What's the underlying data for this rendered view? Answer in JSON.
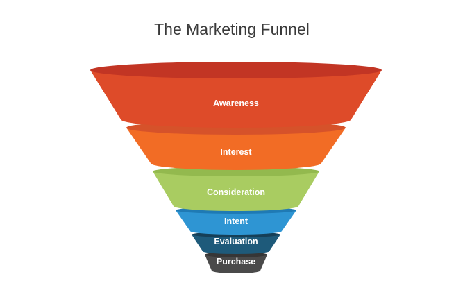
{
  "title": "The Marketing Funnel",
  "stages": [
    {
      "label": "Awareness",
      "body_color": "#de4b29",
      "rim_color": "#c23524",
      "icon": "funnel-awareness-segment"
    },
    {
      "label": "Interest",
      "body_color": "#f26c25",
      "rim_color": "#d6522a",
      "icon": "funnel-interest-segment"
    },
    {
      "label": "Consideration",
      "body_color": "#a9cc61",
      "rim_color": "#93b94e",
      "icon": "funnel-consideration-segment"
    },
    {
      "label": "Intent",
      "body_color": "#2e95d3",
      "rim_color": "#1f7ab4",
      "icon": "funnel-intent-segment"
    },
    {
      "label": "Evaluation",
      "body_color": "#1e5a7a",
      "rim_color": "#163f57",
      "icon": "funnel-evaluation-segment"
    },
    {
      "label": "Purchase",
      "body_color": "#4a4a4a",
      "rim_color": "#363636",
      "icon": "funnel-purchase-segment"
    }
  ]
}
